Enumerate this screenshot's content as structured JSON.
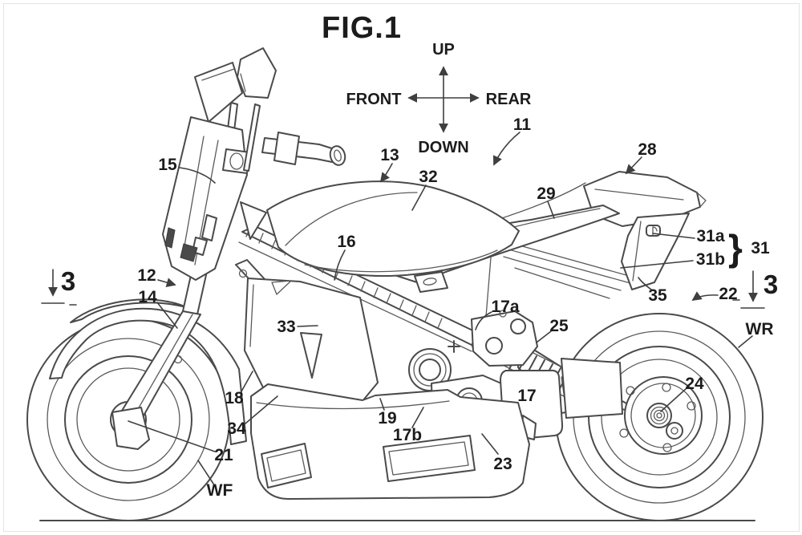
{
  "figure": {
    "title": "FIG.1"
  },
  "compass": {
    "up": "UP",
    "down": "DOWN",
    "front": "FRONT",
    "rear": "REAR"
  },
  "section_markers": {
    "left": "3",
    "right": "3"
  },
  "wheel_labels": {
    "front": "WF",
    "rear": "WR"
  },
  "brace": "}",
  "labels": {
    "l11": "11",
    "l12": "12",
    "l13": "13",
    "l14": "14",
    "l15": "15",
    "l16": "16",
    "l17": "17",
    "l17a": "17a",
    "l17b": "17b",
    "l18": "18",
    "l19": "19",
    "l21": "21",
    "l22": "22",
    "l23": "23",
    "l24": "24",
    "l25": "25",
    "l28": "28",
    "l29": "29",
    "l31": "31",
    "l31a": "31a",
    "l31b": "31b",
    "l32": "32",
    "l33": "33",
    "l34": "34",
    "l35": "35"
  },
  "colors": {
    "line": "#4a4a4a",
    "label": "#1c1c1c",
    "background": "#ffffff",
    "frame_border": "#e4e4e4"
  }
}
